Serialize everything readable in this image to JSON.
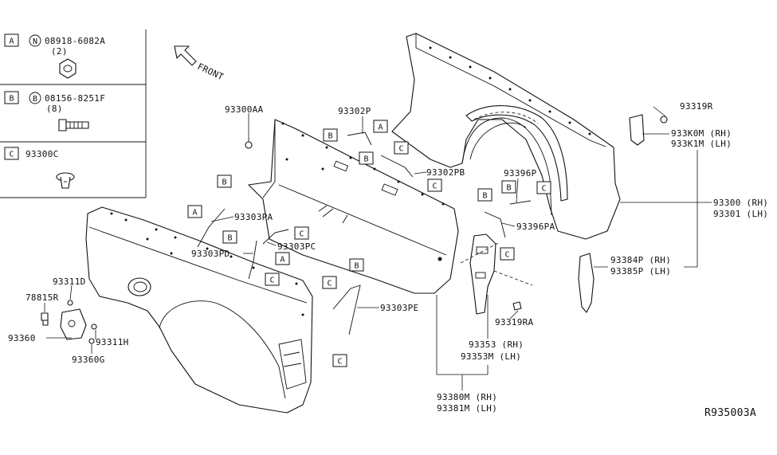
{
  "legend": {
    "a": {
      "box": "A",
      "symbol": "N",
      "part_no": "08918-6082A",
      "qty": "(2)"
    },
    "b": {
      "box": "B",
      "symbol": "B",
      "part_no": "08156-8251F",
      "qty": "(8)"
    },
    "c": {
      "box": "C",
      "part_no": "93300C"
    }
  },
  "front_label": "FRONT",
  "labels": {
    "p93300AA": "93300AA",
    "p93302P": "93302P",
    "p93302PB": "93302PB",
    "p93303PA": "93303PA",
    "p93303PD": "93303PD",
    "p93303PC": "93303PC",
    "p93303PE": "93303PE",
    "p93311D": "93311D",
    "p78815R": "78815R",
    "p93360": "93360",
    "p93311H": "93311H",
    "p93360G": "93360G",
    "p93396P": "93396P",
    "p93396PA": "93396PA",
    "p93319R": "93319R",
    "p933K0M": "933K0M (RH)",
    "p933K1M": "933K1M (LH)",
    "p93300": "93300 (RH)",
    "p93301": "93301 (LH)",
    "p93384P": "93384P (RH)",
    "p93385P": "93385P (LH)",
    "p93319RA": "93319RA",
    "p93353": "93353 (RH)",
    "p93353M": "93353M (LH)",
    "p93380M": "93380M (RH)",
    "p93381M": "93381M (LH)",
    "diagram_code": "R935003A"
  },
  "callouts": {
    "A": "A",
    "B": "B",
    "C": "C"
  }
}
